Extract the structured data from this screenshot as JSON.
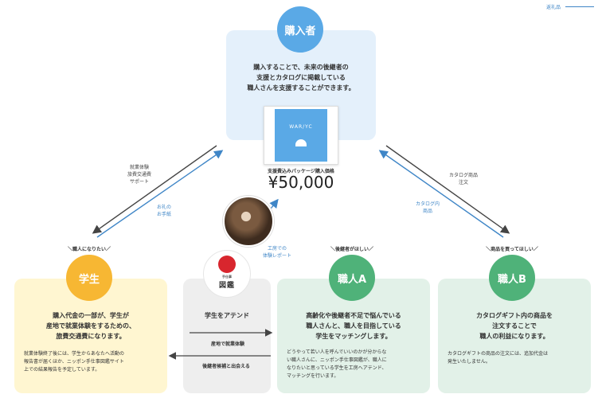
{
  "legend": {
    "label": "返礼品",
    "color": "#3f86c7"
  },
  "buyer": {
    "title": "購入者",
    "lines": [
      "購入することで、未来の後継者の",
      "支援とカタログに掲載している",
      "職人さんを支援することができます。"
    ]
  },
  "package": {
    "brand": "WAR/YC",
    "price_label": "支援費込みパッケージ購入価格",
    "price": "¥50,000"
  },
  "photo_label": [
    "工房での",
    "体験レポート"
  ],
  "flows": {
    "to_student": [
      "就業体験",
      "旅費交通費",
      "サポート"
    ],
    "thanks": [
      "お礼の",
      "お手紙"
    ],
    "to_craftb": [
      "カタログ商品",
      "注文"
    ],
    "catalog_item": [
      "カタログ内",
      "商品"
    ]
  },
  "student": {
    "tag": "＼職人になりたい／",
    "title": "学生",
    "lines": [
      "購入代金の一部が、学生が",
      "産地で就業体験をするための、",
      "旅費交通費になります。"
    ],
    "note": [
      "就業体験終了後には、学生からあなたへ活動の",
      "報告書が届くほか、ニッポン手仕事図鑑サイト",
      "上での結果報告を予定しています。"
    ]
  },
  "middle": {
    "logo_small": "手仕事",
    "logo_big": "図鑑",
    "title": "学生をアテンド",
    "arrow_right": "産地で就業体験",
    "arrow_left": "後継者候補と出会える"
  },
  "crafta": {
    "tag": "＼後継者がほしい／",
    "title": "職人A",
    "lines": [
      "高齢化や後継者不足で悩んでいる",
      "職人さんと、職人を目指している",
      "学生をマッチングします。"
    ],
    "note": [
      "どうやって若い人を呼んでいいのかが分からな",
      "い職人さんに、ニッポン手仕事図鑑が、職人に",
      "なりたいと思っている学生を工房へアテンド、",
      "マッチングを行います。"
    ]
  },
  "craftb": {
    "tag": "＼商品を買ってほしい／",
    "title": "職人B",
    "lines": [
      "カタログギフト内の商品を",
      "注文することで",
      "職人の利益になります。"
    ],
    "note": [
      "カタログギフトの商品の注文には、追加代金は",
      "発生いたしません。"
    ]
  }
}
